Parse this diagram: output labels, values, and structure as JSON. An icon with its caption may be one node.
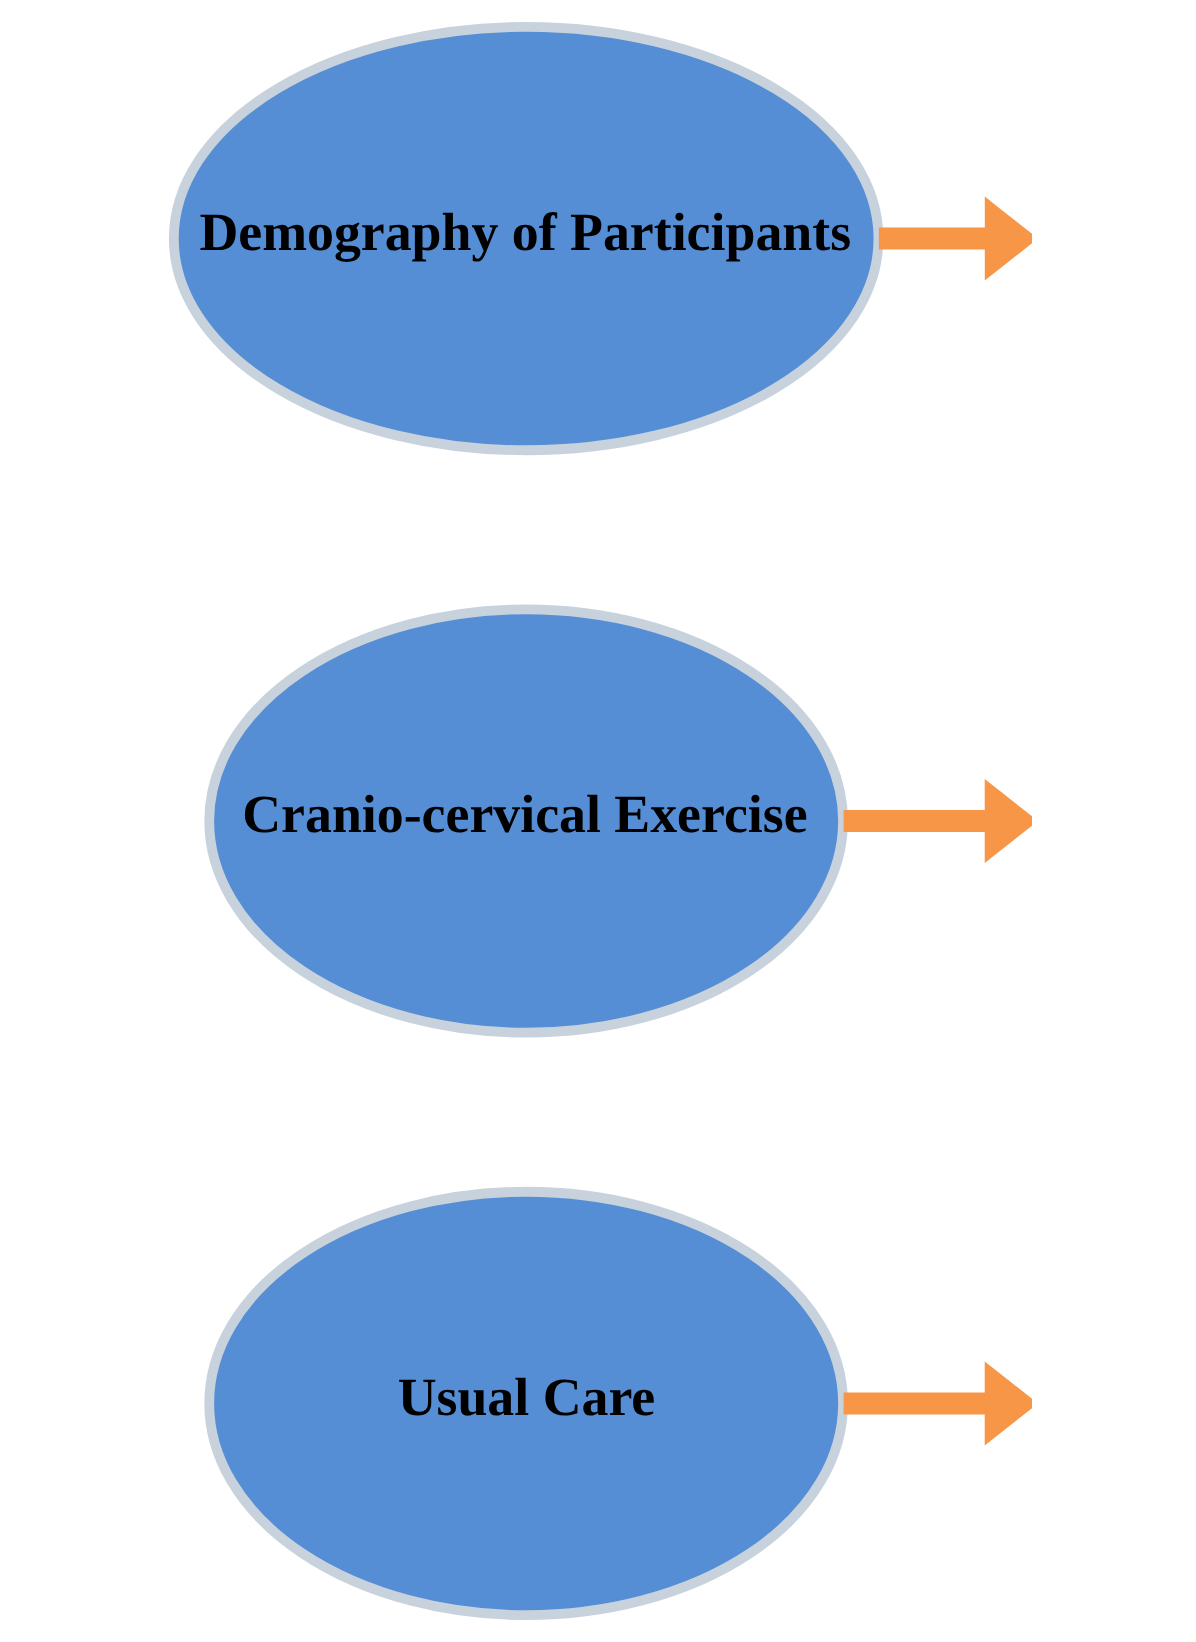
{
  "diagram": {
    "nodes": [
      {
        "text": [
          "Demography of Participants"
        ]
      },
      {
        "text": [
          "Cranio-cervical Exercise"
        ]
      },
      {
        "text": [
          "Usual Care"
        ]
      }
    ],
    "edges": [
      {
        "from": 0,
        "to": null,
        "arrow": "to"
      },
      {
        "from": 1,
        "to": null,
        "arrow": "to"
      },
      {
        "from": 2,
        "to": null,
        "arrow": "to"
      }
    ]
  }
}
